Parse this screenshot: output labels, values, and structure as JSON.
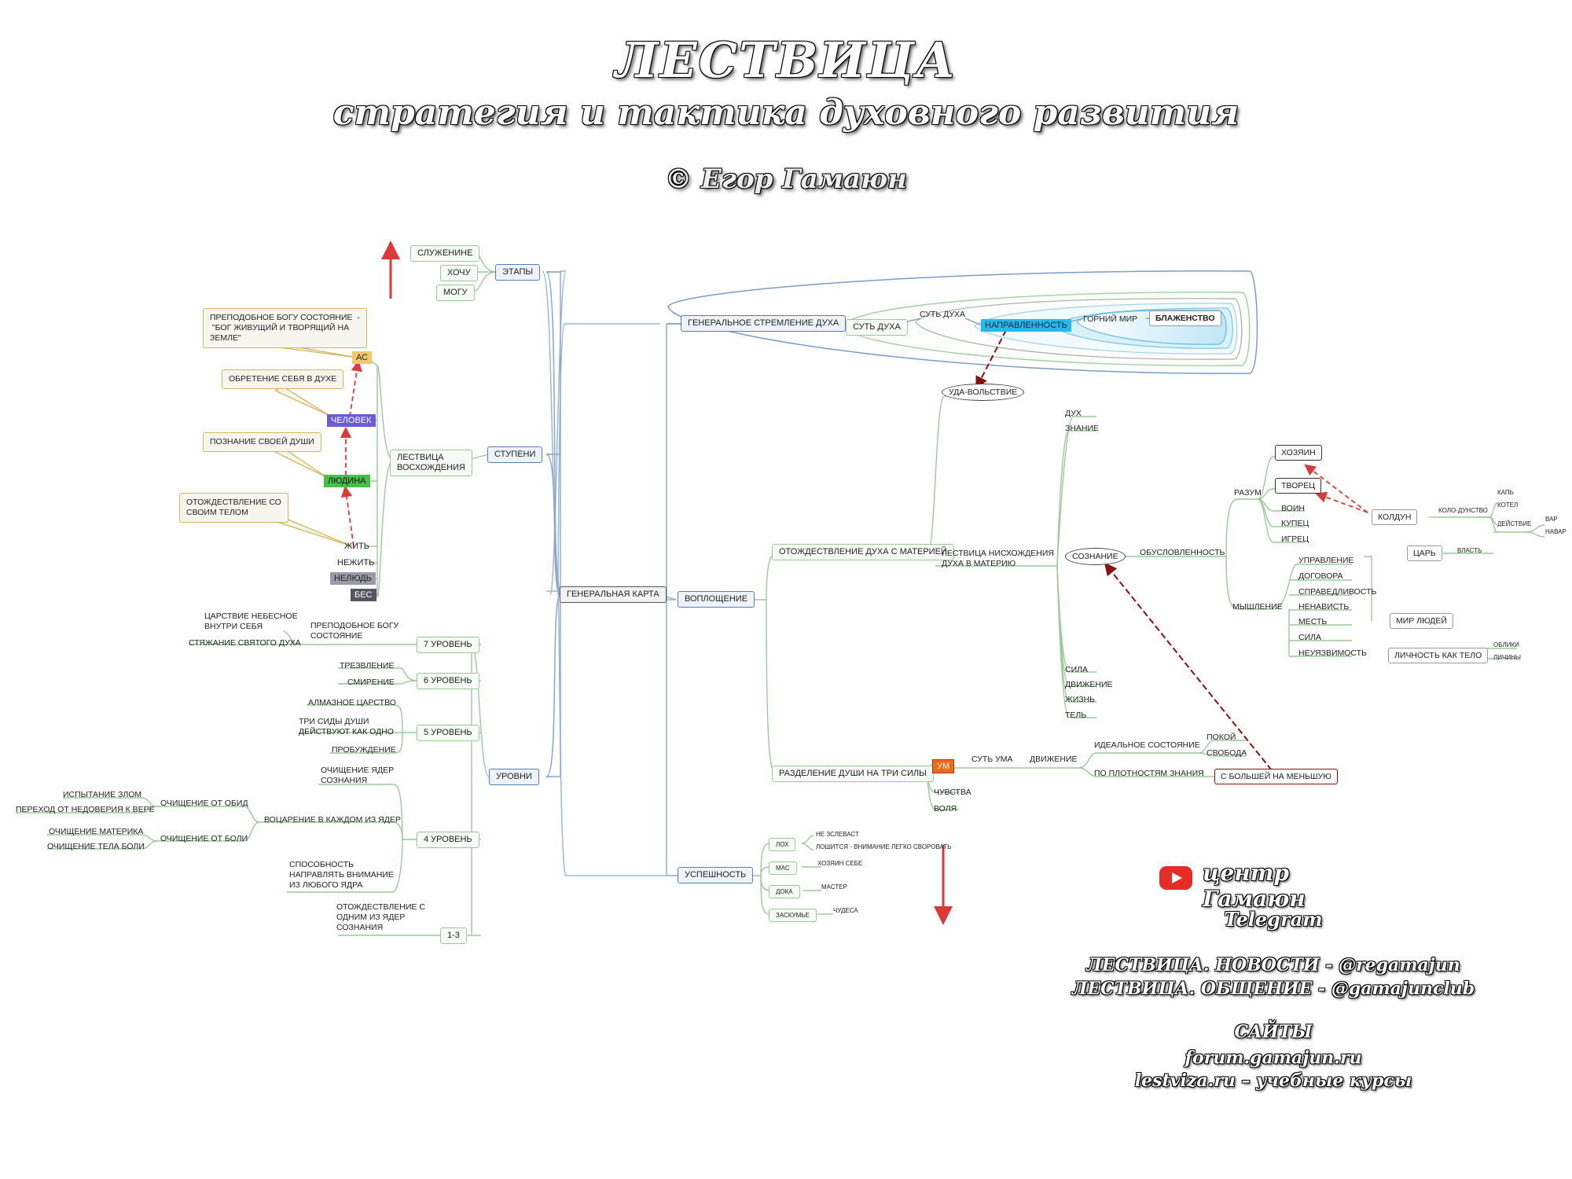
{
  "title": {
    "main": "ЛЕСТВИЦА",
    "subtitle": "стратегия и тактика духовного развития",
    "author": "© Егор Гамаюн"
  },
  "center": "ГЕНЕРАЛЬНАЯ КАРТА",
  "etapy": {
    "label": "ЭТАПЫ",
    "items": [
      "СЛУЖЕНИНЕ",
      "ХОЧУ",
      "МОГУ"
    ]
  },
  "stupeni": {
    "label": "СТУПЕНИ",
    "ladder": "ЛЕСТВИЦА\nВОСХОЖДЕНИЯ",
    "steps": [
      "АС",
      "ЧЕЛОВЕК",
      "ЛЮДИНА",
      "ЖИТЬ",
      "НЕЖИТЬ",
      "НЕЛЮДЬ",
      "БЕС"
    ],
    "notes": [
      "ПРЕПОДОБНОЕ БОГУ СОСТОЯНИЕ  -\n \"БОГ ЖИВУЩИЙ И ТВОРЯЩИЙ НА\nЗЕМЛЕ\"",
      "ОБРЕТЕНИЕ СЕБЯ В ДУХЕ",
      "ПОЗНАНИЕ СВОЕЙ ДУШИ",
      "ОТОЖДЕСТВЛЕНИЕ СО\nСВОИМ ТЕЛОМ"
    ]
  },
  "urovni": {
    "label": "УРОВНИ",
    "l7": {
      "label": "7 УРОВЕНЬ",
      "sub": "ПРЕПОДОБНОЕ БОГУ\nСОСТОЯНИЕ",
      "a": "ЦАРСТВИЕ НЕБЕСНОЕ\nВНУТРИ СЕБЯ",
      "b": "СТЯЖАНИЕ СВЯТОГО ДУХА"
    },
    "l6": {
      "label": "6 УРОВЕНЬ",
      "items": [
        "ТРЕЗВЛЕНИЕ",
        "СМИРЕНИЕ"
      ]
    },
    "l5": {
      "label": "5 УРОВЕНЬ",
      "items": [
        "АЛМАЗНОЕ ЦАРСТВО",
        "ТРИ СИДЫ ДУШИ\nДЕЙСТВУЮТ КАК ОДНО",
        "ПРОБУЖДЕНИЕ"
      ]
    },
    "l4": {
      "label": "4 УРОВЕНЬ",
      "top": "ОЧИЩЕНИЕ ЯДЕР\nСОЗНАНИЯ",
      "mid": "ВОЦАРЕНИЕ В КАЖДОМ ИЗ ЯДЕР",
      "obid": "ОЧИЩЕНИЕ ОТ ОБИД",
      "obid_items": [
        "ИСПЫТАНИЕ ЗЛОМ",
        "ПЕРЕХОД ОТ НЕДОВЕРИЯ К ВЕРЕ"
      ],
      "boli": "ОЧИЩЕНИЕ ОТ БОЛИ",
      "boli_items": [
        "ОЧИЩЕНИЕ МАТЕРИКА",
        "ОЧИЩЕНИЕ ТЕЛА БОЛИ"
      ],
      "bottom": "СПОСОБНОСТЬ\nНАПРАВЛЯТЬ ВНИМАНИЕ\nИЗ ЛЮБОГО ЯДРА"
    },
    "l13": {
      "label": "1-3",
      "sub": "ОТОЖДЕСТВЛЕНИЕ С\nОДНИМ ИЗ ЯДЕР\nСОЗНАНИЯ"
    }
  },
  "general": {
    "label": "ГЕНЕРАЛЬНОЕ СТРЕМЛЕНИЕ ДУХА",
    "items": [
      "СУТЬ ДУХА",
      "СУТЬ ДУХА",
      "НАПРАВЛЕННОСТЬ",
      "ГОРНИЙ МИР",
      "БЛАЖЕНСТВО"
    ]
  },
  "voploshchenie": {
    "label": "ВОПЛОЩЕНИЕ",
    "otozhd": "ОТОЖДЕСТВЛЕНИЕ ДУХА С МАТЕРИЕЙ",
    "udavol": "УДА-ВОЛЬСТВИЕ",
    "nishozhd": "ЛЕСТВИЦА НИСХОЖДЕНИЯ\nДУХА В МАТЕРИЮ",
    "top_list": [
      "ДУХ",
      "ЗНАНИЕ"
    ],
    "bottom_list": [
      "СИЛА",
      "ДВИЖЕНИЕ",
      "ЖИЗНЬ",
      "ТЕЛЬ"
    ],
    "soznanie": "СОЗНАНИЕ",
    "obusl": "ОБУСЛОВЛЕННОСТЬ",
    "razum": "РАЗУМ",
    "razum_items": [
      "ХОЗЯИН",
      "ТВОРЕЦ",
      "ВОИН",
      "КУПЕЦ",
      "ИГРЕЦ"
    ],
    "koldun": "КОЛДУН",
    "kolo": "КОЛО-ДУНСТВО",
    "koldun_items": [
      "КАПЬ",
      "КОТЕЛ",
      "ДЕЙСТВИЕ"
    ],
    "deistvie_items": [
      "ВАР",
      "НАВАР"
    ],
    "myshlenie": "МЫШЛЕНИЕ",
    "mysh_items": [
      "УПРАВЛЕНИЕ",
      "ДОГОВОРА",
      "СПРАВЕДЛИВОСТЬ",
      "НЕНАВИСТЬ",
      "МЕСТЬ",
      "СИЛА",
      "НЕУЯЗВИМОСТЬ"
    ],
    "tsar": "ЦАРЬ",
    "vlast": "ВЛАСТЬ",
    "mir": "МИР ЛЮДЕЙ",
    "lichnost": "ЛИЧНОСТЬ КАК ТЕЛО",
    "lichnost_items": [
      "ОБЛИКИ",
      "ЛИЧИНЫ"
    ],
    "razdel": "РАЗДЕЛЕНИЕ ДУШИ НА ТРИ СИЛЫ",
    "um": "УМ",
    "sut_uma": "СУТЬ УМА",
    "dvizhenie": "ДВИЖЕНИЕ",
    "ideal": "ИДЕАЛЬНОЕ СОСТОЯНИЕ",
    "ideal_items": [
      "ПОКОЙ",
      "СВОБОДА"
    ],
    "plotn": "ПО ПЛОТНОСТЯМ ЗНАНИЯ",
    "bolsh": "С БОЛЬШЕЙ НА МЕНЬШУЮ",
    "chuvstva": "ЧУВСТВА",
    "volya": "ВОЛЯ"
  },
  "uspeshnost": {
    "label": "УСПЕШНОСТЬ",
    "items": [
      {
        "name": "ЛОХ",
        "notes": [
          "НЕ ЗСЛЕВАСТ",
          "ЛОШИТСЯ - ВНИМАНИЕ ЛЕГКО СВОРОВАТЬ"
        ]
      },
      {
        "name": "МАС",
        "notes": [
          "ХОЗЯИН СЕБЕ"
        ]
      },
      {
        "name": "ДОКА",
        "notes": [
          "МАСТЕР"
        ]
      },
      {
        "name": "ЗАСКУМЬЕ",
        "notes": [
          "ЧУДЕСА"
        ]
      }
    ]
  },
  "footer": {
    "channel": "центр Гамаюн",
    "telegram": "Telegram",
    "news": "ЛЕСТВИЦА. НОВОСТИ -  @regamajun",
    "chat": "ЛЕСТВИЦА. ОБЩЕНИЕ - @gamajunclub",
    "sites": "САЙТЫ",
    "site1": "forum.gamajun.ru",
    "site2": "lestviza.ru – учебные курсы"
  },
  "colors": {
    "branch": "#8fc08f",
    "node_blue": "#5a7db6",
    "arrow_red": "#d93a3a",
    "arrow_dark": "#8b1010",
    "chelovek": "#6a5bd6",
    "ludina": "#46c046",
    "as": "#f2c96a",
    "nelud": "#9a9aa8",
    "bes": "#555566",
    "napravl": "#29b6e8",
    "um": "#ef6a1a",
    "youtube": "#e52d27"
  }
}
